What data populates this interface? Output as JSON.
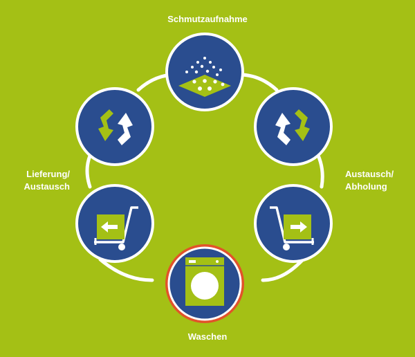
{
  "labels": {
    "top": "Schmutzaufnahme",
    "left_line1": "Lieferung/",
    "left_line2": "Austausch",
    "right_line1": "Austausch/",
    "right_line2": "Abholung",
    "bottom": "Waschen"
  },
  "nodes": [
    {
      "id": "schmutzaufnahme",
      "icon": "dirt-mat-icon"
    },
    {
      "id": "exchange-right",
      "icon": "recycle-arrows-icon"
    },
    {
      "id": "pickup",
      "icon": "hand-truck-arrow-right-icon"
    },
    {
      "id": "waschen",
      "icon": "washing-machine-icon",
      "highlighted": true
    },
    {
      "id": "delivery",
      "icon": "hand-truck-arrow-left-icon"
    },
    {
      "id": "exchange-left",
      "icon": "recycle-arrows-icon"
    }
  ],
  "colors": {
    "background": "#a4c015",
    "circle_fill": "#2a4d8f",
    "circle_border": "#ffffff",
    "highlight_border": "#e2532a",
    "icon_green": "#a4c015",
    "line": "#ffffff",
    "text": "#ffffff"
  }
}
